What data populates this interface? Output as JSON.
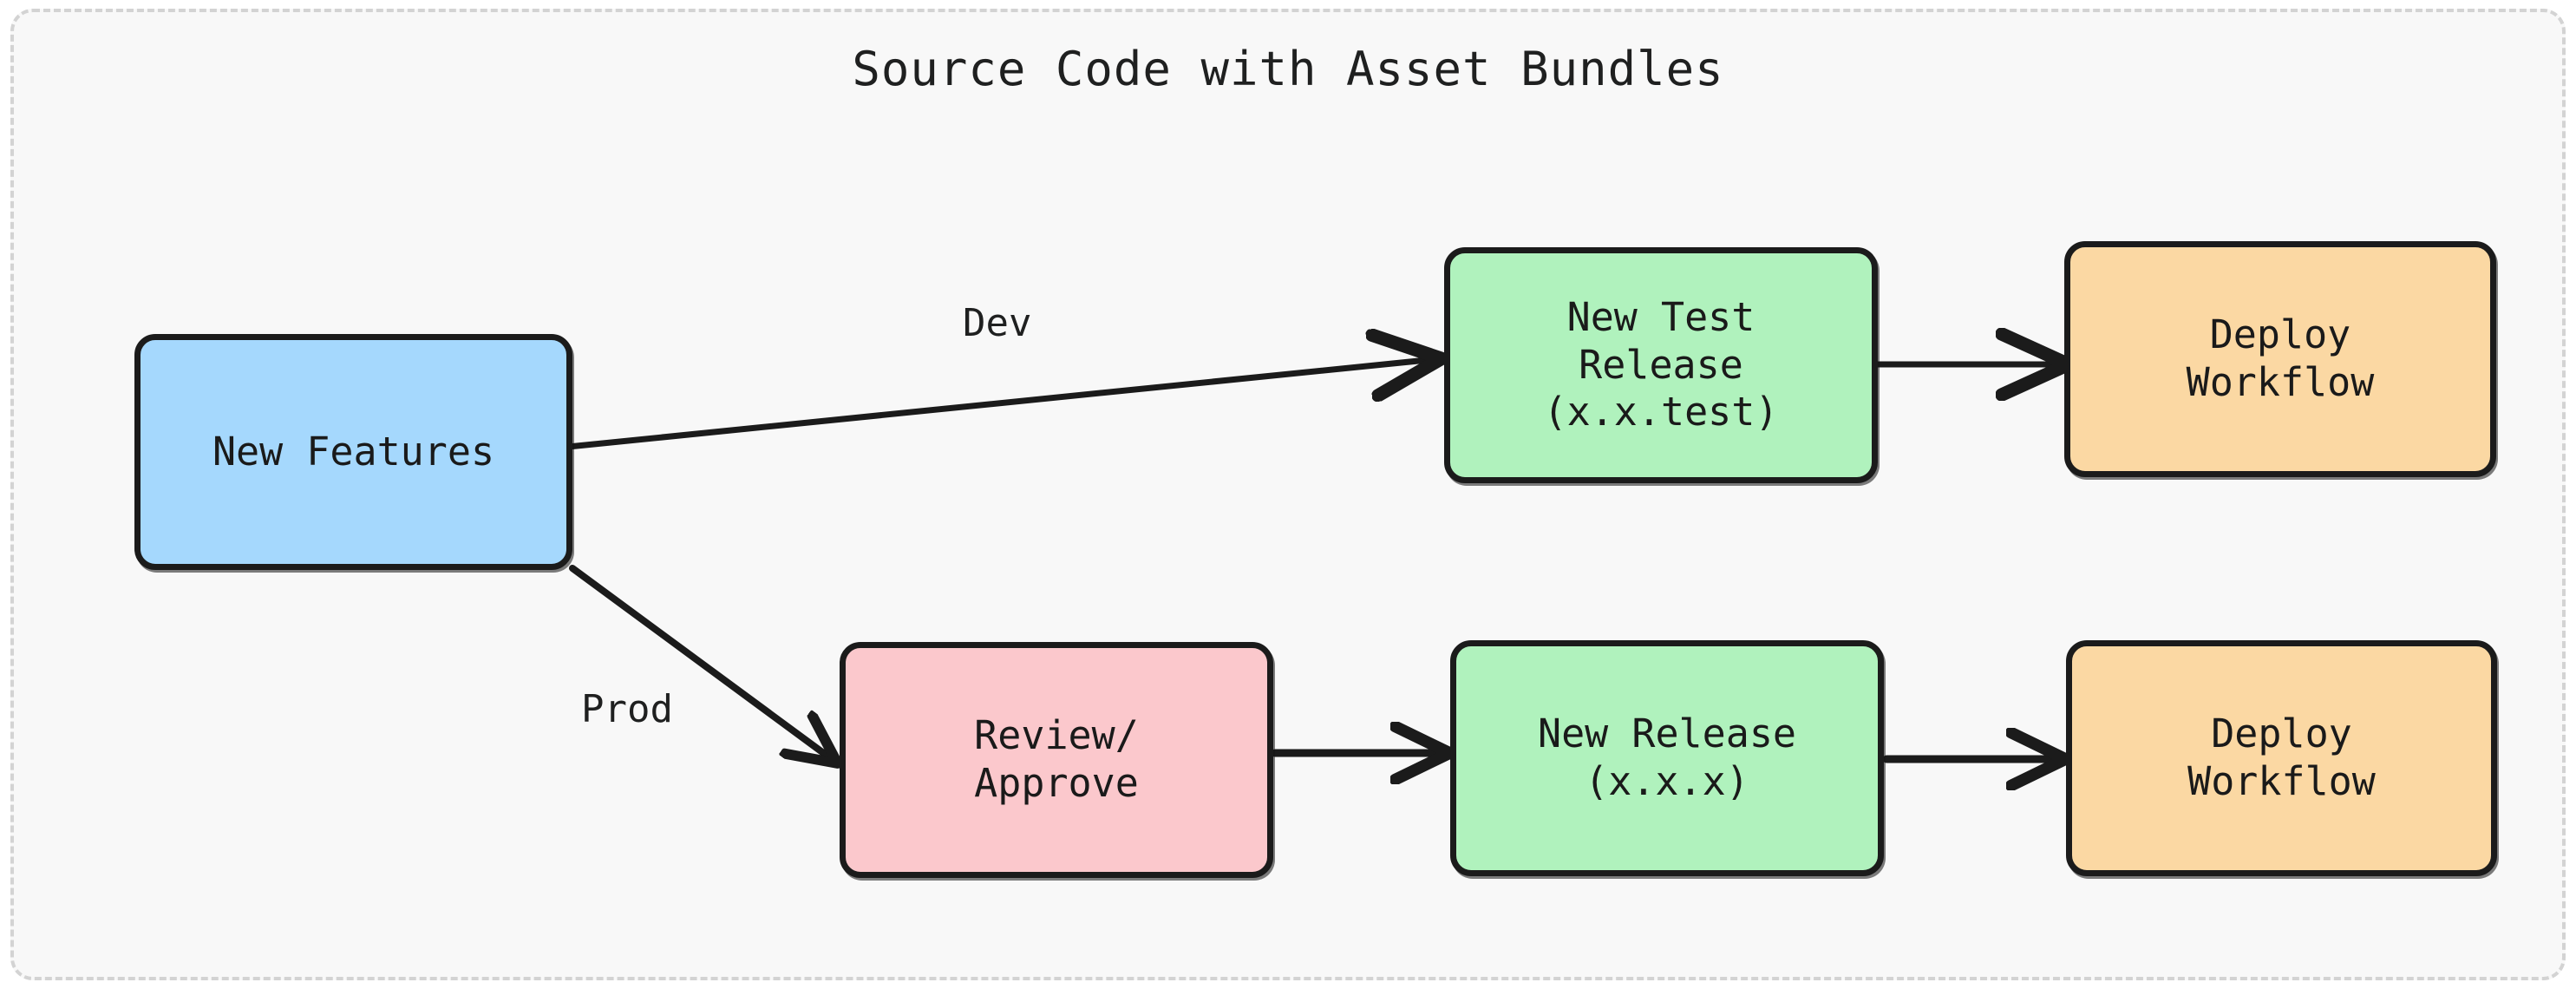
{
  "diagram": {
    "type": "flowchart",
    "direction": "left-to-right",
    "title": "Source Code with Asset Bundles",
    "frame": {
      "style": "dashed",
      "color": "#d3d3d3",
      "background": "#f8f8f8"
    },
    "palette": {
      "blue": "#a5d8fd",
      "green": "#b0f2bd",
      "orange": "#fbd8a3",
      "pink": "#fbc8cc",
      "stroke": "#1b1b1b",
      "text": "#1a1a1a",
      "frame": "#d3d3d3",
      "background": "#f8f8f8"
    },
    "nodes": [
      {
        "id": "new-features",
        "label": "New Features",
        "color": "blue"
      },
      {
        "id": "new-test-release",
        "label": "New Test\nRelease\n(x.x.test)",
        "color": "green"
      },
      {
        "id": "deploy-workflow-test",
        "label": "Deploy\nWorkflow",
        "color": "orange"
      },
      {
        "id": "review-approve",
        "label": "Review/\nApprove",
        "color": "pink"
      },
      {
        "id": "new-release",
        "label": "New Release\n(x.x.x)",
        "color": "green"
      },
      {
        "id": "deploy-workflow-prod",
        "label": "Deploy\nWorkflow",
        "color": "orange"
      }
    ],
    "edges": [
      {
        "from": "new-features",
        "to": "new-test-release",
        "label": "Dev",
        "weight": "thin"
      },
      {
        "from": "new-test-release",
        "to": "deploy-workflow-test",
        "label": "",
        "weight": "thin"
      },
      {
        "from": "new-features",
        "to": "review-approve",
        "label": "Prod",
        "weight": "thick"
      },
      {
        "from": "review-approve",
        "to": "new-release",
        "label": "",
        "weight": "thick"
      },
      {
        "from": "new-release",
        "to": "deploy-workflow-prod",
        "label": "",
        "weight": "thick"
      }
    ],
    "edge_labels": {
      "dev": "Dev",
      "prod": "Prod"
    }
  }
}
